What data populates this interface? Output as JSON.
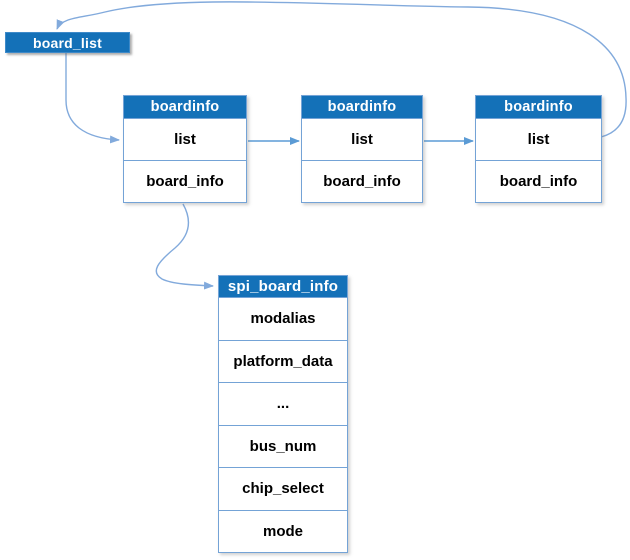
{
  "diagram": {
    "board_list": {
      "label": "board_list"
    },
    "nodes": [
      {
        "title": "boardinfo",
        "fields": [
          "list",
          "board_info"
        ]
      },
      {
        "title": "boardinfo",
        "fields": [
          "list",
          "board_info"
        ]
      },
      {
        "title": "boardinfo",
        "fields": [
          "list",
          "board_info"
        ]
      }
    ],
    "spi": {
      "title": "spi_board_info",
      "fields": [
        "modalias",
        "platform_data",
        "...",
        "bus_num",
        "chip_select",
        "mode"
      ]
    },
    "edges": [
      {
        "from": "board_list",
        "to": "boardinfo-1.list",
        "style": "curved"
      },
      {
        "from": "boardinfo-1.list",
        "to": "boardinfo-2.list",
        "style": "straight"
      },
      {
        "from": "boardinfo-2.list",
        "to": "boardinfo-3.list",
        "style": "straight"
      },
      {
        "from": "boardinfo-3.list",
        "to": "board_list",
        "style": "curved-loop"
      },
      {
        "from": "boardinfo-1.board_info",
        "to": "spi_board_info",
        "style": "curved"
      }
    ],
    "colors": {
      "header_fill": "#1471B8",
      "box_border": "#74A3D6",
      "connector_light": "#82AADC",
      "connector_strong": "#5B9BD5",
      "header_text": "#FFFFFF",
      "cell_text": "#000000"
    }
  }
}
